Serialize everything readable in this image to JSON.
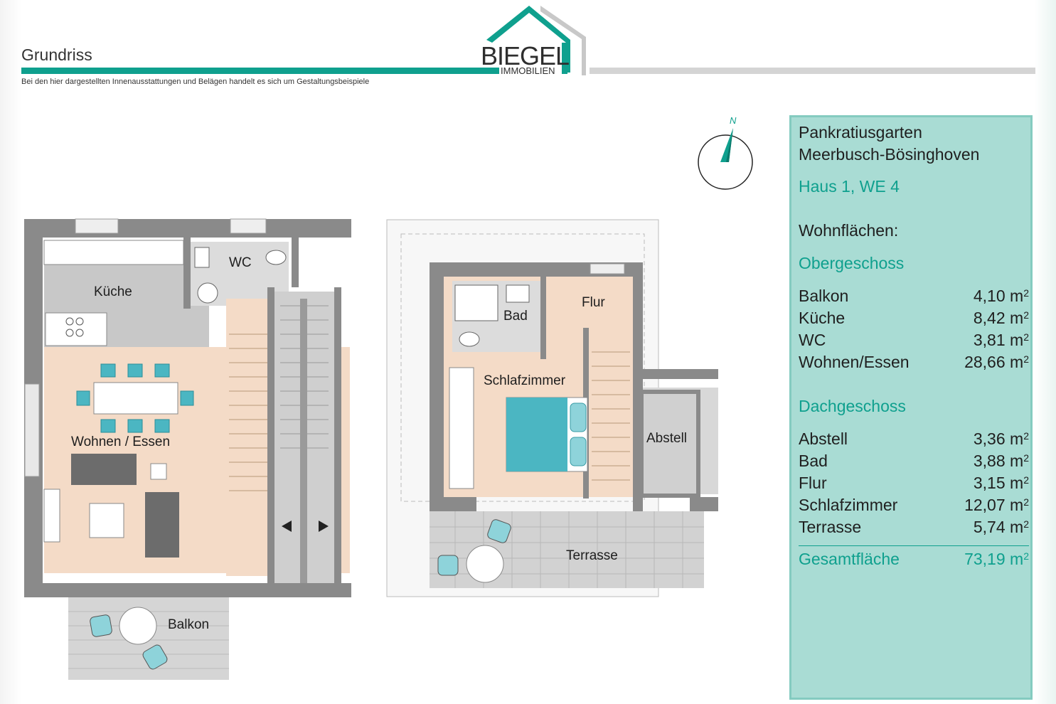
{
  "header": {
    "title": "Grundriss",
    "disclaimer": "Bei den hier dargestellten Innenausstattungen und Belägen handelt es sich um Gestaltungsbeispiele",
    "logo_name": "BIEGEL",
    "logo_sub": "IMMOBILIEN"
  },
  "compass": {
    "label": "N"
  },
  "obergeschoss_plan": {
    "rooms": [
      "WC",
      "Küche",
      "Wohnen / Essen",
      "Balkon"
    ]
  },
  "dachgeschoss_plan": {
    "rooms": [
      "Bad",
      "Flur",
      "Schlafzimmer",
      "Abstell",
      "Terrasse"
    ]
  },
  "info": {
    "project": "Pankratiusgarten",
    "location": "Meerbusch-Bösinghoven",
    "unit": "Haus 1, WE 4",
    "areas_heading": "Wohnflächen:",
    "unit_symbol": "m",
    "unit_exp": "2",
    "og_heading": "Obergeschoss",
    "og_rows": [
      {
        "name": "Balkon",
        "value": "4,10"
      },
      {
        "name": "Küche",
        "value": "8,42"
      },
      {
        "name": "WC",
        "value": "3,81"
      },
      {
        "name": "Wohnen/Essen",
        "value": "28,66"
      }
    ],
    "dg_heading": "Dachgeschoss",
    "dg_rows": [
      {
        "name": "Abstell",
        "value": "3,36"
      },
      {
        "name": "Bad",
        "value": "3,88"
      },
      {
        "name": "Flur",
        "value": "3,15"
      },
      {
        "name": "Schlafzimmer",
        "value": "12,07"
      },
      {
        "name": "Terrasse",
        "value": "5,74"
      }
    ],
    "total_label": "Gesamtfläche",
    "total_value": "73,19"
  },
  "colors": {
    "accent": "#0fa08e",
    "panel": "#a9dcd4",
    "wall": "#8a8a8a",
    "floor": "#f5dcc8",
    "tile": "#d6d6d6",
    "furniture": "#4bb6c2"
  }
}
